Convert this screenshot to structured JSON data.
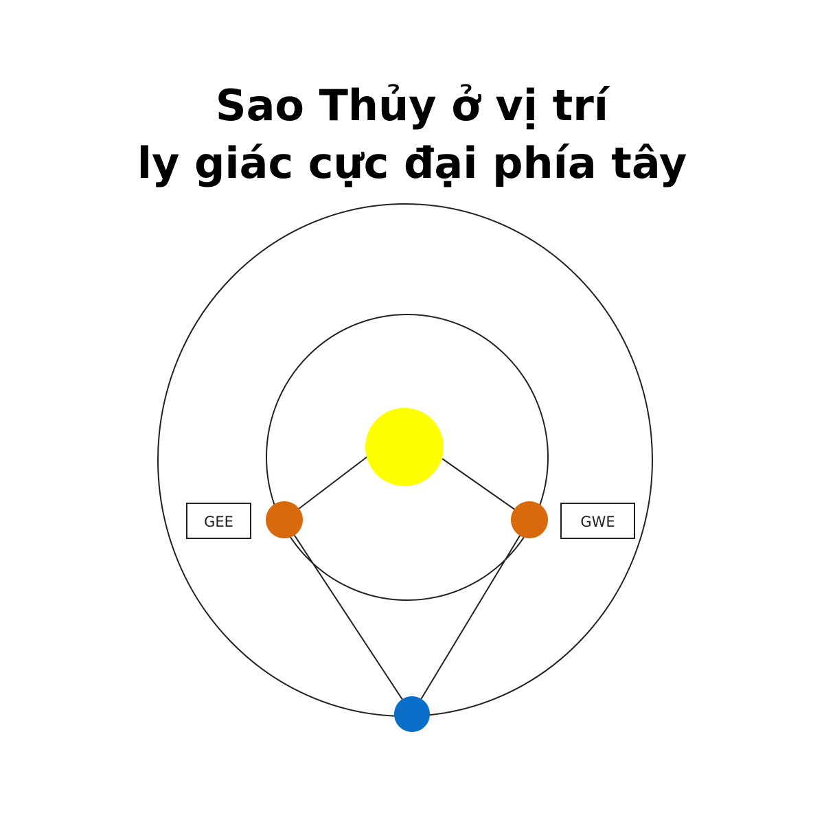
{
  "title": {
    "line1": "Sao Thủy ở vị trí",
    "line2": "ly giác cực đại phía tây"
  },
  "labels": {
    "left": "GEE",
    "right": "GWE"
  },
  "colors": {
    "sun": "#ffff00",
    "mercury": "#d9690d",
    "earth": "#0a6fc9",
    "orbit": "#222222"
  }
}
